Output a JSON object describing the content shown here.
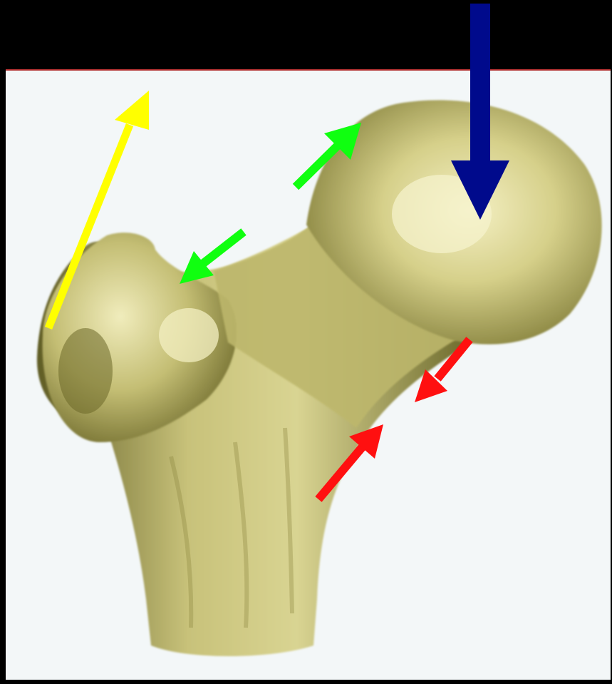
{
  "colors": {
    "background": "#000000",
    "panel": "#f3f7f8",
    "panel_border": "#b23030",
    "bone_light": "#f2eec0",
    "bone_mid": "#c9c47a",
    "bone_dark": "#6d6a2c",
    "arrow_load": "#000a8c",
    "arrow_abductor": "#ffff00",
    "arrow_neck_superior": "#10ff10",
    "arrow_neck_inferior": "#ff1010"
  },
  "figure": {
    "subject": "proximal-femur-3d-render",
    "arrows": [
      {
        "name": "joint-load-arrow",
        "color": "arrow_load",
        "direction": "down"
      },
      {
        "name": "abductor-pull-arrow",
        "color": "arrow_abductor",
        "direction": "up-right"
      },
      {
        "name": "superior-neck-arrow-outer",
        "color": "arrow_neck_superior",
        "direction": "up-right"
      },
      {
        "name": "superior-neck-arrow-inner",
        "color": "arrow_neck_superior",
        "direction": "down-left"
      },
      {
        "name": "inferior-neck-arrow-outer",
        "color": "arrow_neck_inferior",
        "direction": "down-left"
      },
      {
        "name": "inferior-neck-arrow-inner",
        "color": "arrow_neck_inferior",
        "direction": "up-right"
      }
    ]
  }
}
